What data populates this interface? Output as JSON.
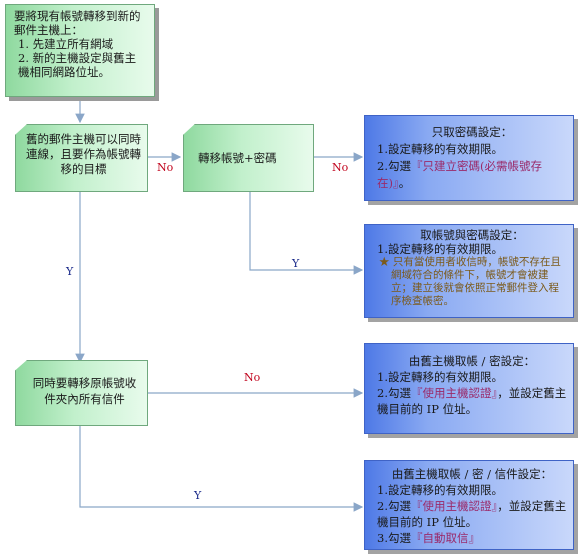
{
  "start": {
    "text": "要將現有帳號轉移到新的郵件主機上：",
    "items": [
      "1. 先建立所有網域",
      "2. 新的主機設定與舊主機相同網路位址。"
    ]
  },
  "decision1": {
    "text": "舊的郵件主機可以同時連線，且要作為帳號轉移的目標"
  },
  "transfer": {
    "text": "轉移帳號+密碼"
  },
  "decision2": {
    "text": "同時要轉移原帳號收件夾內所有信件"
  },
  "labels": {
    "no": "No",
    "yes": "Y"
  },
  "box_pw": {
    "title": "只取密碼設定：",
    "line1": "1.設定轉移的有效期限。",
    "line2_pre": "2.勾選",
    "line2_hl": "『只建立密碼(必需帳號存在)』",
    "line2_post": "。"
  },
  "box_acct": {
    "title": "取帳號與密碼設定：",
    "line1": "1.設定轉移的有效期限。",
    "note_icon": "star-icon",
    "note": "只有當使用者收信時，帳號不存在且網域符合的條件下，帳號才會被建立；建立後就會依照正常郵件登入程序檢查帳密。"
  },
  "box_old_auth": {
    "title": "由舊主機取帳 / 密設定：",
    "line1": "1.設定轉移的有效期限。",
    "line2_pre": "2.勾選",
    "line2_hl": "『使用主機認證』",
    "line2_post": "，並設定舊主機目前的 IP 位址。"
  },
  "box_old_all": {
    "title": "由舊主機取帳 / 密 / 信件設定：",
    "line1": "1.設定轉移的有效期限。",
    "line2_pre": "2.勾選",
    "line2_hl": "『使用主機認證』",
    "line2_post": "，並設定舊主機目前的 IP 位址。",
    "line3_pre": "3.勾選",
    "line3_hl": "『自動取信』"
  }
}
